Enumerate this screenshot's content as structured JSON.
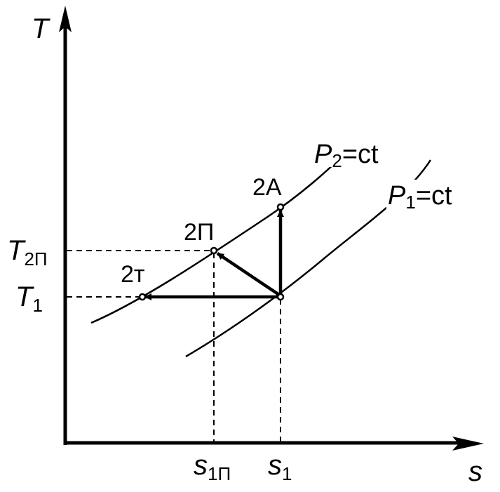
{
  "axes": {
    "y_label": "T",
    "x_label": "s"
  },
  "curves": {
    "p2": {
      "sym": "P",
      "sub": "2",
      "suffix": "=ct"
    },
    "p1": {
      "sym": "P",
      "sub": "1",
      "suffix": "=ct"
    }
  },
  "points": {
    "p_2a": "2A",
    "p_2p": "2П",
    "p_2t": "2т"
  },
  "y_ticks": {
    "t2p": {
      "sym": "T",
      "sub": "2П"
    },
    "t1": {
      "sym": "T",
      "sub": "1"
    }
  },
  "x_ticks": {
    "s1p": {
      "sym": "s",
      "sub": "1П"
    },
    "s1": {
      "sym": "s",
      "sub": "1"
    }
  }
}
